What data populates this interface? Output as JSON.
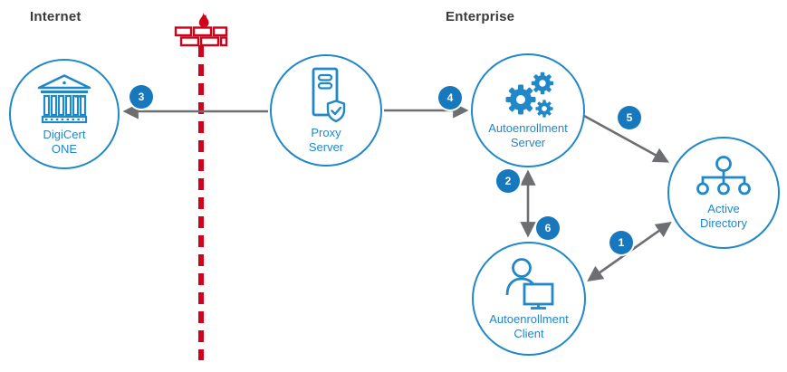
{
  "headings": {
    "internet": "Internet",
    "enterprise": "Enterprise"
  },
  "nodes": {
    "digicert_one": {
      "label": "DigiCert\nONE",
      "icon": "bank-icon"
    },
    "proxy_server": {
      "label": "Proxy\nServer",
      "icon": "server-shield-icon"
    },
    "autoenrollment_server": {
      "label": "Autoenrollment\nServer",
      "icon": "gears-icon"
    },
    "active_directory": {
      "label": "Active\nDirectory",
      "icon": "org-chart-icon"
    },
    "autoenrollment_client": {
      "label": "Autoenrollment\nClient",
      "icon": "person-computer-icon"
    }
  },
  "badges": {
    "b1": "1",
    "b2": "2",
    "b3": "3",
    "b4": "4",
    "b5": "5",
    "b6": "6"
  },
  "connections": [
    {
      "from": "proxy_server",
      "to": "digicert_one",
      "step": "3",
      "direction": "one-way"
    },
    {
      "from": "proxy_server",
      "to": "autoenrollment_server",
      "step": "4",
      "direction": "one-way"
    },
    {
      "from": "autoenrollment_server",
      "to": "active_directory",
      "step": "5",
      "direction": "one-way"
    },
    {
      "from": "autoenrollment_server",
      "to": "autoenrollment_client",
      "steps": [
        "2",
        "6"
      ],
      "direction": "two-way"
    },
    {
      "from": "autoenrollment_client",
      "to": "active_directory",
      "step": "1",
      "direction": "two-way"
    }
  ],
  "colors": {
    "accent-blue": "#2088c8",
    "badge-blue": "#1878bd",
    "arrow-gray": "#6d6e71",
    "firewall-red": "#d0021b",
    "heading-text": "#3a3a3a",
    "background": "#ffffff"
  }
}
